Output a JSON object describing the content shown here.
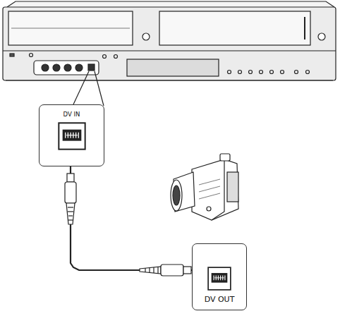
{
  "diagram": {
    "nodes": [
      {
        "text": [
          "DV IN"
        ]
      },
      {
        "text": [
          "DV OUT"
        ]
      }
    ],
    "edges": [
      {
        "from": 0,
        "to": 1,
        "arrow": "none"
      }
    ]
  }
}
